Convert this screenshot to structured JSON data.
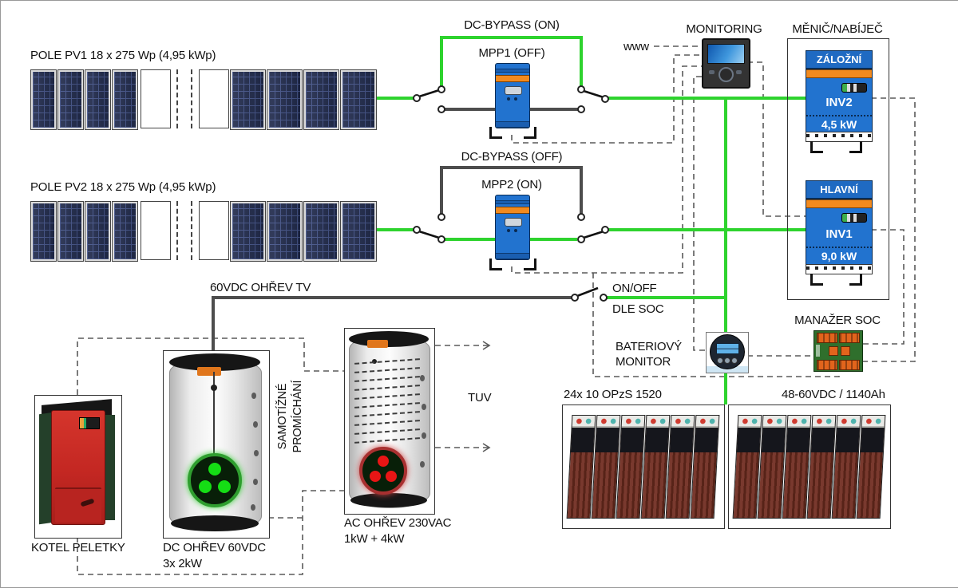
{
  "colors": {
    "wire_active": "#2ed32e",
    "wire_inactive": "#4d4d4d",
    "device_blue": "#2273cf",
    "accent_orange": "#f28a1e"
  },
  "labels": {
    "pv1": "POLE PV1 18 x 275 Wp (4,95 kWp)",
    "pv2": "POLE PV2 18 x 275 Wp (4,95 kWp)",
    "bypass1": "DC-BYPASS (ON)",
    "mpp1": "MPP1 (OFF)",
    "bypass2": "DC-BYPASS (OFF)",
    "mpp2": "MPP2 (ON)",
    "www": "www",
    "monitoring": "MONITORING",
    "menic": "MĚNIČ/NABÍJEČ",
    "heater_wire": "60VDC OHŘEV TV",
    "soc_switch_1": "ON/OFF",
    "soc_switch_2": "DLE SOC",
    "bat_monitor_1": "BATERIOVÝ",
    "bat_monitor_2": "MONITOR",
    "soc_manager": "MANAŽER SOC",
    "battery_bank_1": "24x 10 OPzS 1520",
    "battery_bank_2": "48-60VDC / 1140Ah",
    "kotel": "KOTEL PELETKY",
    "dc_heater_1": "DC OHŘEV 60VDC",
    "dc_heater_2": "3x 2kW",
    "ac_heater_1": "AC OHŘEV 230VAC",
    "ac_heater_2": "1kW + 4kW",
    "tuv": "TUV",
    "mixing_1": "SAMOTÍŽNÉ",
    "mixing_2": "PROMÍCHÁNÍ"
  },
  "devices": {
    "inv2": {
      "header": "ZÁLOŽNÍ",
      "name": "INV2",
      "power": "4,5 kW"
    },
    "inv1": {
      "header": "HLAVNÍ",
      "name": "INV1",
      "power": "9,0 kW"
    }
  }
}
